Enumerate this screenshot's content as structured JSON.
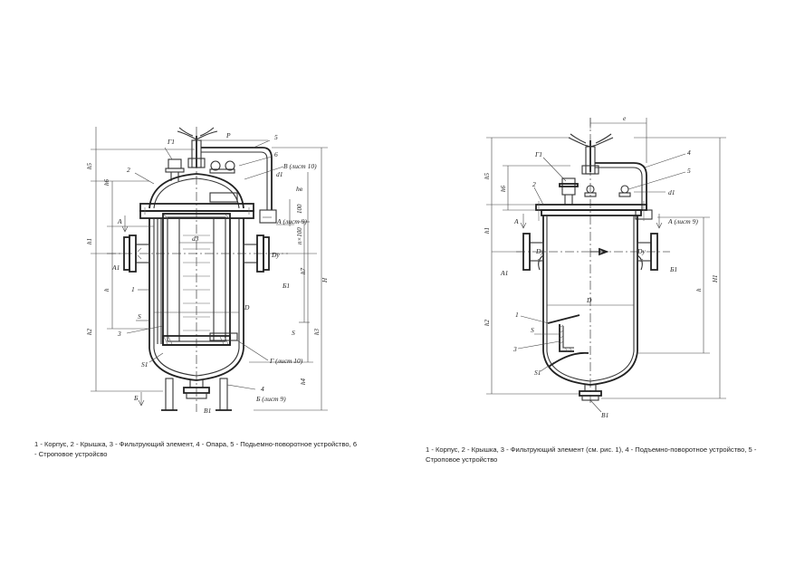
{
  "figures": [
    {
      "id": "left",
      "caption": "1 - Корпус, 2 - Крышка, 3 - Фильтрующий элемент, 4 - Опара, 5 - Подьемно-поворотное устройство, 6 - Строповое устройсво",
      "labels": {
        "n1": "1",
        "n2": "2",
        "n3": "3",
        "n4": "4",
        "n5": "5",
        "n6": "6",
        "g1": "Г1",
        "a": "А",
        "a1": "А1",
        "b": "Б",
        "b1": "Б1",
        "v1": "В1",
        "v_list": "В (лист 10)",
        "a_list": "А (лист 9)",
        "g_list": "Г (лист 10)",
        "b_list": "Б (лист 9)",
        "p": "Р",
        "d1": "d1",
        "d3": "d3",
        "d": "D",
        "dy": "Dу",
        "h": "h",
        "h1": "h1",
        "h2": "h2",
        "h3": "h3",
        "h4": "h4",
        "h5": "h5",
        "h6": "h6",
        "h7": "h7",
        "hh": "H",
        "hb": "hв",
        "s": "S",
        "s1": "S1",
        "n100": "n×100",
        "d100": "100"
      }
    },
    {
      "id": "right",
      "caption": "1 - Корпус, 2 - Крышка, 3 - Фильтрующий элемент (см. рис. 1), 4 - Подъемно-поворотное устройство, 5 - Строповое устройство",
      "labels": {
        "n1": "1",
        "n2": "2",
        "n3": "3",
        "n4": "4",
        "n5": "5",
        "g1": "Г1",
        "a": "А",
        "a1": "А1",
        "b1": "Б1",
        "v1": "В1",
        "a_list": "А (лист 9)",
        "e": "е",
        "d1": "d1",
        "d": "D",
        "dy": "Dу",
        "h": "h",
        "h1": "h1",
        "h2": "h2",
        "h5": "h5",
        "h6": "h6",
        "hh1": "H1",
        "s": "S",
        "s1": "S1"
      }
    }
  ]
}
